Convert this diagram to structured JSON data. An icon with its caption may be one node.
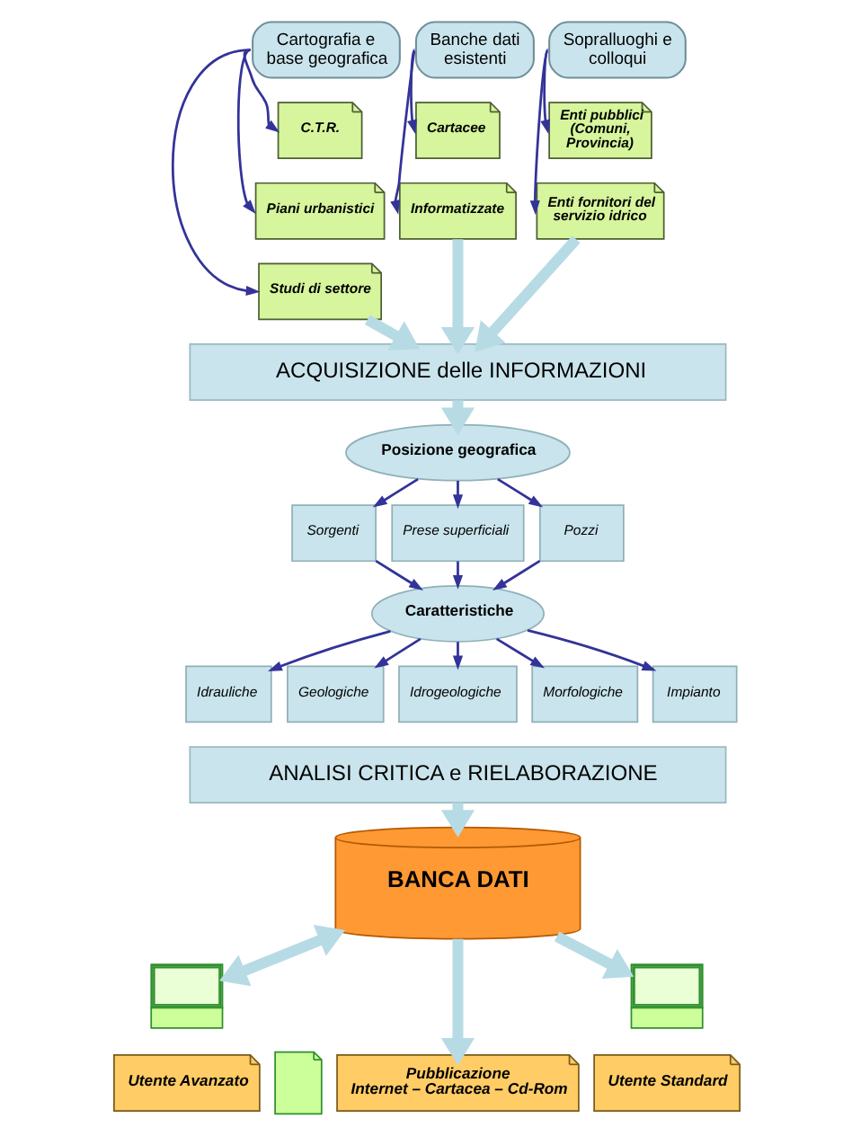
{
  "diagram": {
    "nodes": [
      {
        "text": [
          "Cartografia e base geografica"
        ]
      },
      {
        "text": [
          "C.T.R."
        ]
      },
      {
        "text": [
          "Piani urbanistici"
        ]
      },
      {
        "text": [
          "Studi di settore"
        ]
      },
      {
        "text": [
          "Banche dati esistenti"
        ]
      },
      {
        "text": [
          "Cartacee"
        ]
      },
      {
        "text": [
          "Informatizzate"
        ]
      },
      {
        "text": [
          "Sopralluoghi e colloqui"
        ]
      },
      {
        "text": [
          "Enti pubblici (Comuni, Provincia)"
        ]
      },
      {
        "text": [
          "Enti fornitori del servizio idrico"
        ]
      },
      {
        "text": [
          "ACQUISIZIONE delle INFORMAZIONI"
        ]
      },
      {
        "text": [
          "Posizione geografica"
        ]
      },
      {
        "text": [
          "Sorgenti"
        ]
      },
      {
        "text": [
          "Prese superficiali"
        ]
      },
      {
        "text": [
          "Pozzi"
        ]
      },
      {
        "text": [
          "Caratteristiche"
        ]
      },
      {
        "text": [
          "Idrauliche"
        ]
      },
      {
        "text": [
          "Geologiche"
        ]
      },
      {
        "text": [
          "Idrogeologiche"
        ]
      },
      {
        "text": [
          "Morfologiche"
        ]
      },
      {
        "text": [
          "Impianto"
        ]
      },
      {
        "text": [
          "ANALISI CRITICA e RIELABORAZIONE"
        ]
      },
      {
        "text": [
          "BANCA DATI"
        ]
      },
      {
        "text": [],
        "shape": "picture"
      },
      {
        "text": [
          "Utente Avanzato"
        ]
      },
      {
        "text": [],
        "shape": "picture"
      },
      {
        "text": [
          "Pubblicazione",
          "Internet – Cartacea – Cd-Rom"
        ]
      },
      {
        "text": [],
        "shape": "picture"
      },
      {
        "text": [
          "Utente Standard"
        ]
      }
    ],
    "edges": [
      {
        "from": 0,
        "to": 1,
        "arrow": "to"
      },
      {
        "from": 0,
        "to": 2,
        "arrow": "to"
      },
      {
        "from": 0,
        "to": 3,
        "arrow": "to"
      },
      {
        "from": 4,
        "to": 5,
        "arrow": "to"
      },
      {
        "from": 4,
        "to": 6,
        "arrow": "to"
      },
      {
        "from": 7,
        "to": 8,
        "arrow": "to"
      },
      {
        "from": 7,
        "to": 9,
        "arrow": "to"
      },
      {
        "from": 3,
        "to": 10,
        "arrow": "to",
        "style": "thick",
        "color": "#b7dbe5"
      },
      {
        "from": 6,
        "to": 10,
        "arrow": "to",
        "style": "thick",
        "color": "#b7dbe5"
      },
      {
        "from": 9,
        "to": 10,
        "arrow": "to",
        "style": "thick",
        "color": "#b7dbe5"
      },
      {
        "from": 10,
        "to": 11,
        "arrow": "to",
        "style": "thick",
        "color": "#b7dbe5"
      },
      {
        "from": 11,
        "to": 12,
        "arrow": "to"
      },
      {
        "from": 11,
        "to": 13,
        "arrow": "to"
      },
      {
        "from": 11,
        "to": 14,
        "arrow": "to"
      },
      {
        "from": 12,
        "to": 15,
        "arrow": "to"
      },
      {
        "from": 13,
        "to": 15,
        "arrow": "to"
      },
      {
        "from": 14,
        "to": 15,
        "arrow": "to"
      },
      {
        "from": 15,
        "to": 16,
        "arrow": "to"
      },
      {
        "from": 15,
        "to": 17,
        "arrow": "to"
      },
      {
        "from": 15,
        "to": 18,
        "arrow": "to"
      },
      {
        "from": 15,
        "to": 19,
        "arrow": "to"
      },
      {
        "from": 15,
        "to": 20,
        "arrow": "to"
      },
      {
        "from": 21,
        "to": 22,
        "arrow": "to",
        "style": "thick",
        "color": "#b7dbe5"
      },
      {
        "from": 22,
        "to": 23,
        "arrow": "both",
        "style": "thick",
        "color": "#b7dbe5"
      },
      {
        "from": 22,
        "to": 26,
        "arrow": "to",
        "style": "thick",
        "color": "#b7dbe5"
      },
      {
        "from": 22,
        "to": 27,
        "arrow": "to",
        "style": "thick",
        "color": "#b7dbe5"
      }
    ]
  }
}
